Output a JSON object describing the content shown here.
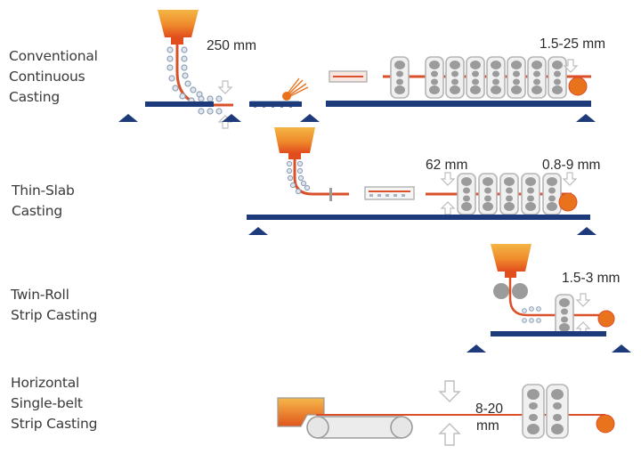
{
  "processes": [
    {
      "name": "conventional-continuous-casting",
      "label_lines": [
        "Conventional",
        "Continuous",
        "Casting"
      ],
      "input_thickness": "250 mm",
      "output_thickness": "1.5-25 mm"
    },
    {
      "name": "thin-slab-casting",
      "label_lines": [
        "Thin-Slab",
        "Casting"
      ],
      "input_thickness": "62 mm",
      "output_thickness": "0.8-9 mm"
    },
    {
      "name": "twin-roll-strip-casting",
      "label_lines": [
        "Twin-Roll",
        "Strip Casting"
      ],
      "output_thickness": "1.5-3 mm"
    },
    {
      "name": "horizontal-single-belt-strip-casting",
      "label_lines": [
        "Horizontal",
        "Single-belt",
        "Strip Casting"
      ],
      "output_thickness_lines": [
        "8-20",
        "mm"
      ]
    }
  ],
  "colors": {
    "base_bar": "#1d3a7a",
    "support": "#1d3a7a",
    "strand": "#d9502a",
    "coil": "#e8731c",
    "ladle_top": "#f2a93b",
    "ladle_bottom": "#e5521f",
    "roll": "#9a9a9a",
    "stand_frame": "#b5b5b5",
    "arrow": "#c8c8c8"
  }
}
